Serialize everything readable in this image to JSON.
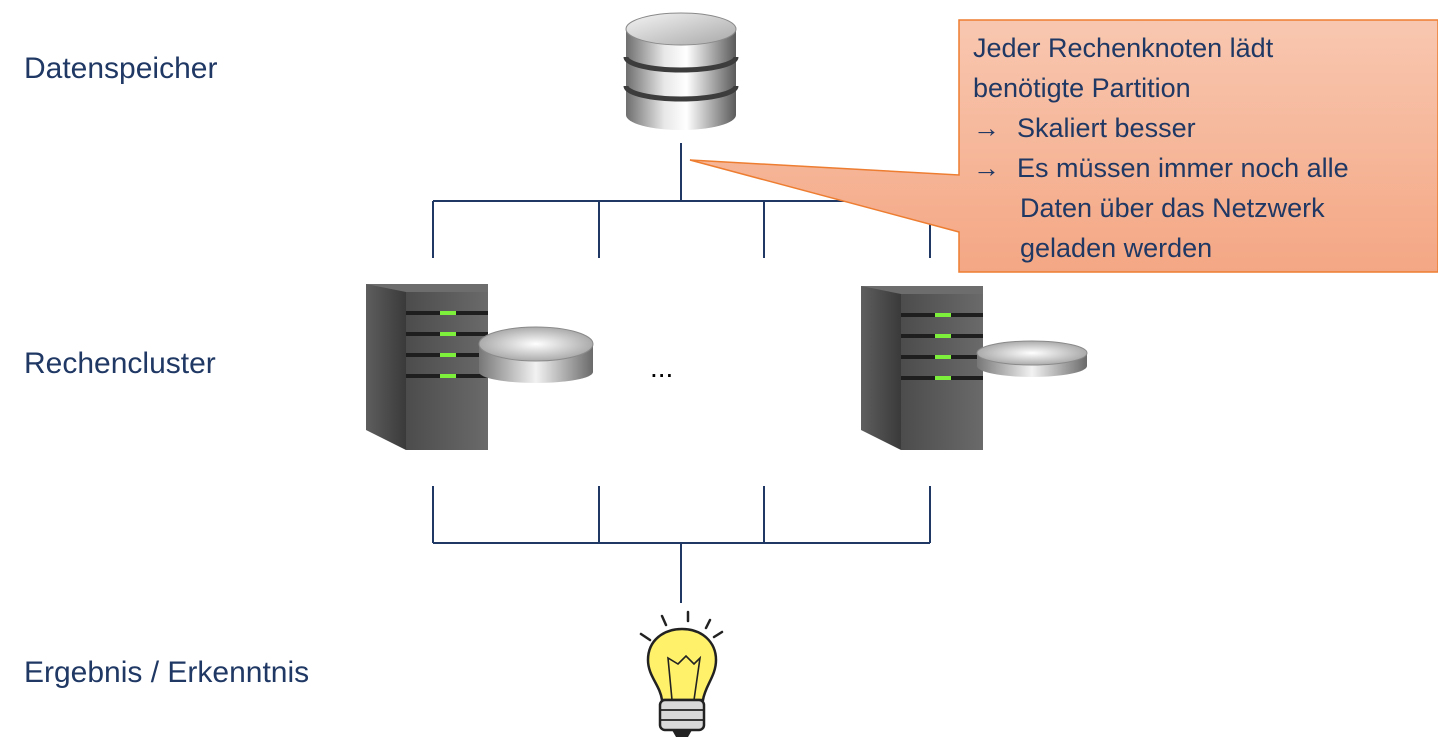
{
  "labels": {
    "storage": "Datenspeicher",
    "cluster": "Rechencluster",
    "result": "Ergebnis / Erkenntnis"
  },
  "callout": {
    "line1": "Jeder Rechenknoten lädt",
    "line2": "benötigte Partition",
    "arrow": "→",
    "bullet1": "Skaliert besser",
    "bullet2_line1": "Es müssen immer noch alle",
    "bullet2_line2": "Daten über das Netzwerk",
    "bullet2_line3": "geladen werden"
  },
  "ellipsis": "...",
  "icons": {
    "storage": "database-icon",
    "servers": [
      "server-icon",
      "server-icon"
    ],
    "disks": [
      "disk-icon",
      "disk-icon"
    ],
    "result": "lightbulb-icon"
  },
  "colors": {
    "text": "#1f3864",
    "lines": "#1f3864",
    "callout_fill": "#f6b49a",
    "callout_border": "#ed7d31",
    "server_led": "#7cf03a",
    "bulb": "#fff16a"
  }
}
